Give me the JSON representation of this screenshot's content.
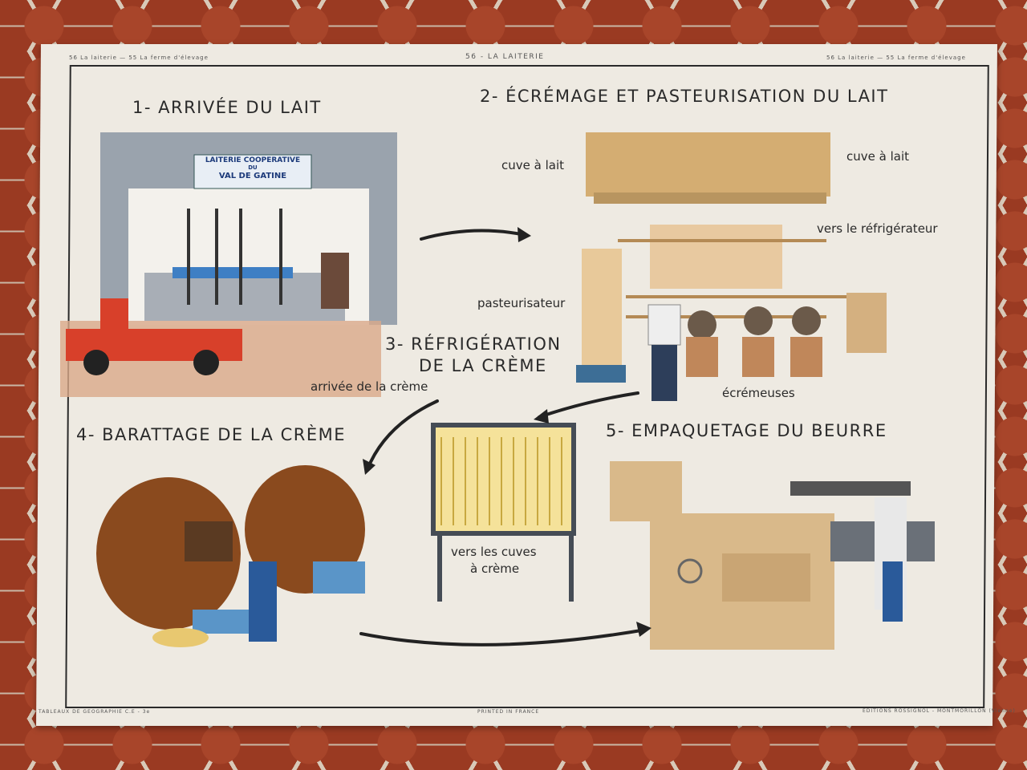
{
  "header": {
    "left": "56 La laiterie — 55 La ferme d'élevage",
    "center": "56 - LA LAITERIE",
    "right": "56 La laiterie — 55 La ferme d'élevage"
  },
  "sections": [
    {
      "title": "1- ARRIVÉE DU LAIT",
      "sign": [
        "LAITERIE COOPERATIVE",
        "DU",
        "VAL DE GATINE"
      ]
    },
    {
      "title": "2- ÉCRÉMAGE ET PASTEURISATION DU LAIT",
      "labels": [
        "cuve à lait",
        "cuve à lait",
        "vers le réfrigérateur",
        "pasteurisateur",
        "écrémeuses"
      ]
    },
    {
      "title_line1": "3- RÉFRIGÉRATION",
      "title_line2": "DE LA CRÈME",
      "labels": [
        "arrivée de la crème",
        "vers les cuves",
        "à crème"
      ]
    },
    {
      "title": "4- BARATTAGE DE LA CRÈME"
    },
    {
      "title": "5- EMPAQUETAGE DU BEURRE"
    }
  ],
  "footer": {
    "left": "TABLEAUX DE GEOGRAPHIE C.E - 3e",
    "center": "PRINTED IN FRANCE",
    "right": "EDITIONS ROSSIGNOL - MONTMORILLON (Vienne)"
  },
  "colors": {
    "poster": "#eeeae2",
    "tiles": "#9a3a22",
    "truck": "#d8402a",
    "churn": "#8a4a1e",
    "machine": "#d9b98a"
  }
}
